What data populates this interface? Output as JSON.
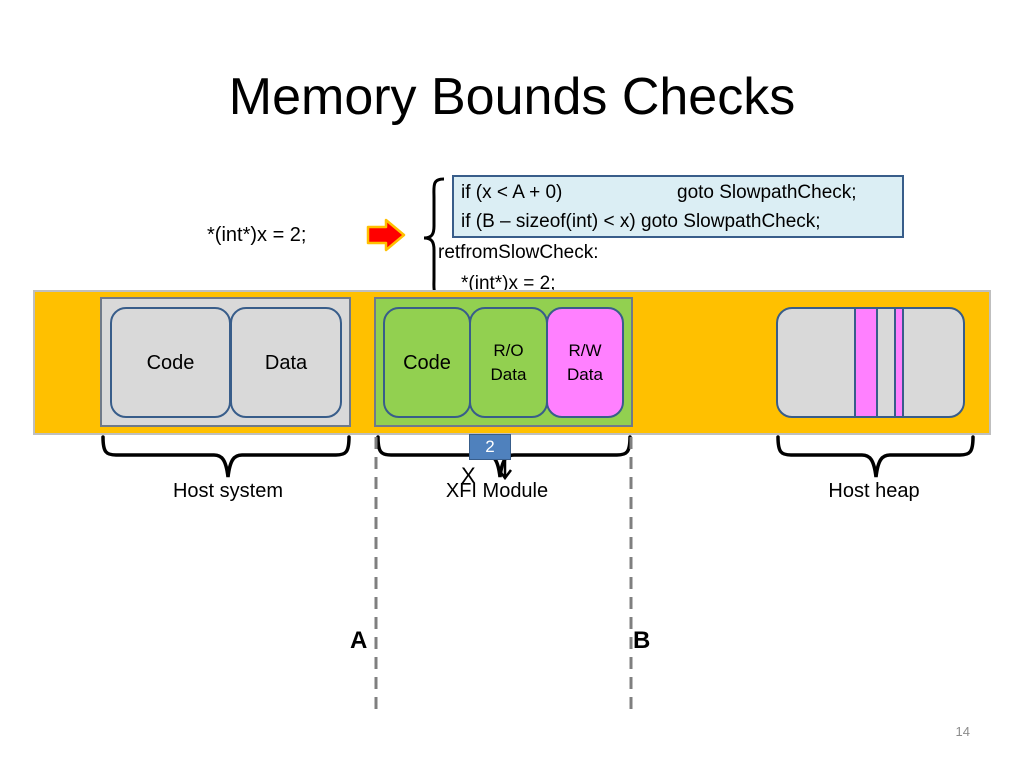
{
  "slide": {
    "title": "Memory Bounds Checks",
    "page_number": "14"
  },
  "code": {
    "statement": "*(int*)x = 2;",
    "check_line_1_cond": "if (x < A + 0)",
    "check_line_1_goto": "goto SlowpathCheck;",
    "check_line_2": "if (B – sizeof(int) < x) goto SlowpathCheck;",
    "label_line": "retfromSlowCheck:",
    "store_line": "*(int*)x = 2;"
  },
  "memory": {
    "host_system": {
      "code": "Code",
      "data": "Data",
      "label": "Host system"
    },
    "xfi_module": {
      "code": "Code",
      "ro_data": "R/O\nData",
      "rw_data": "R/W\nData",
      "label": "XFI Module"
    },
    "host_heap": {
      "label": "Host heap"
    },
    "badge": "2",
    "x_label": "X",
    "bound_a": "A",
    "bound_b": "B"
  },
  "colors": {
    "band": "#ffc000",
    "host_group_fill": "#d9d9d9",
    "xfi_group_fill": "#92d050",
    "segment_gray": "#d9d9d9",
    "segment_green": "#92d050",
    "segment_pink": "#ff80ff",
    "segment_border": "#385d8a",
    "code_box_fill": "#dbeef4",
    "arrow_red": "#ff0000",
    "arrow_orange": "#ffc000"
  },
  "icons": [
    "red-right-arrow-icon",
    "left-curly-brace-icon",
    "bottom-curly-brace-icon"
  ]
}
